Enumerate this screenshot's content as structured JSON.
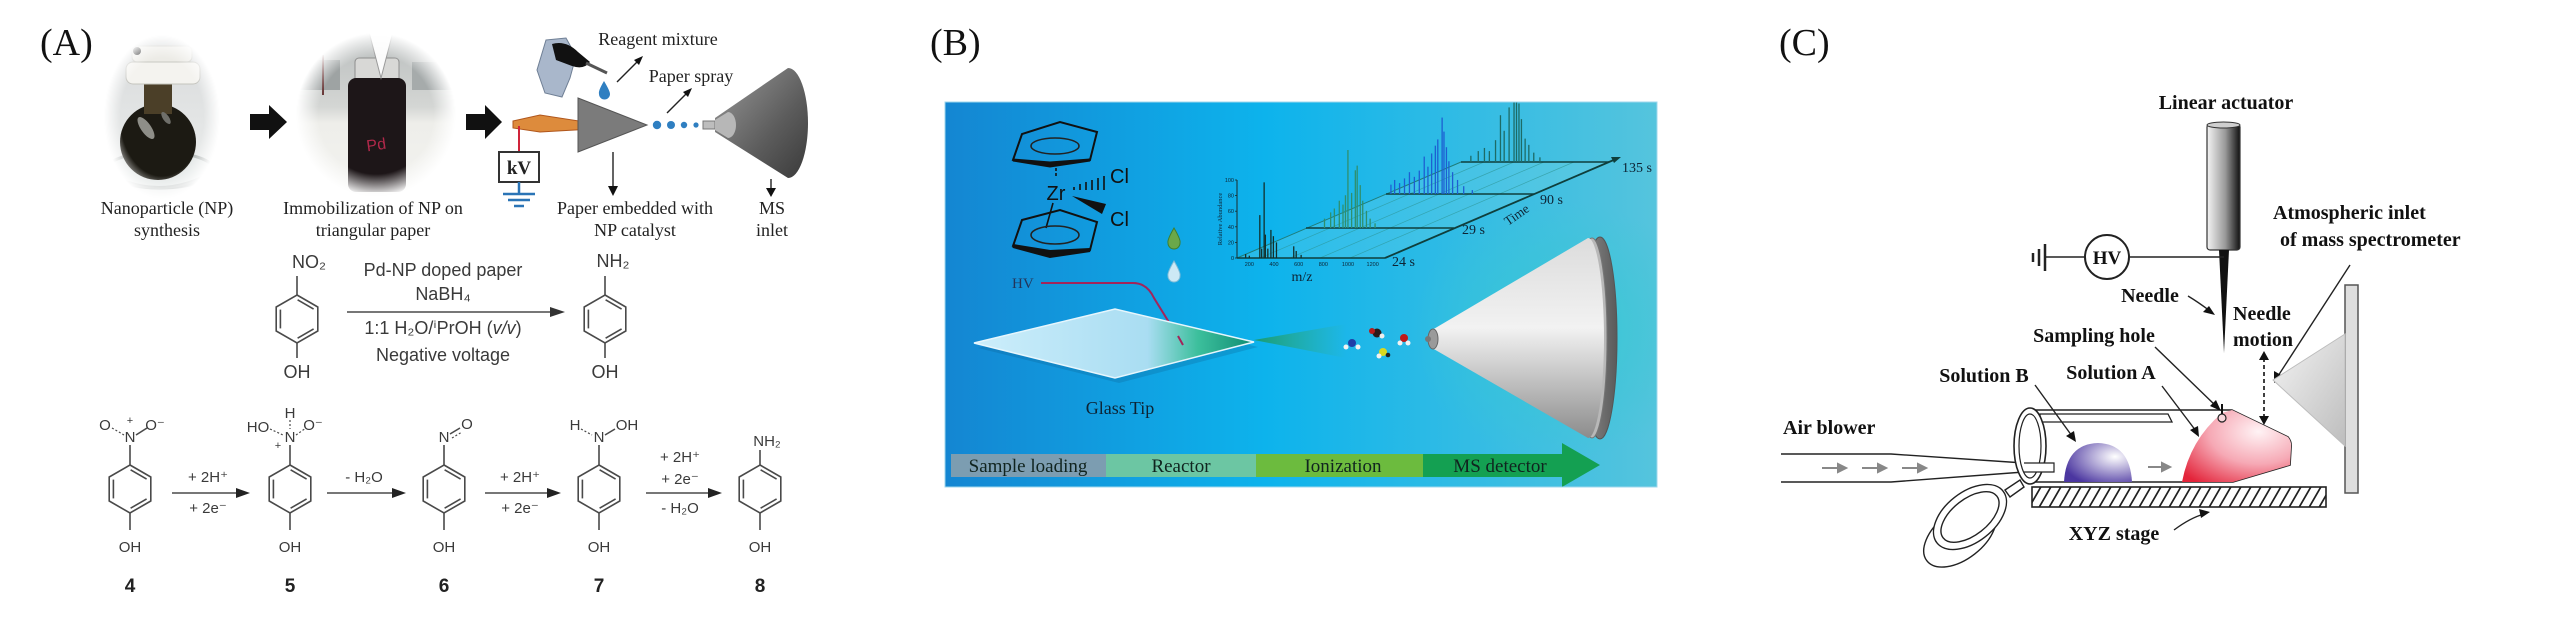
{
  "panel_a": {
    "label": "(A)",
    "photos": [
      {
        "caption": [
          "Nanoparticle (NP)",
          "synthesis"
        ]
      },
      {
        "caption": [
          "Immobilization of NP on",
          "triangular paper"
        ],
        "bottle_label": "Pd"
      }
    ],
    "setup": {
      "reagent": "Reagent mixture",
      "spray": "Paper spray",
      "power": "kV",
      "paper": [
        "Paper embedded with",
        "NP catalyst"
      ],
      "inlet": [
        "MS",
        "inlet"
      ]
    },
    "reaction": {
      "reactant_group": "NO₂",
      "product_group": "NH₂",
      "para_group": "OH",
      "above": [
        "Pd-NP doped paper",
        "NaBH₄"
      ],
      "below_1": {
        "prefix": "1:1 H₂O/ⁱPrOH (",
        "italic": "v/v",
        "suffix": ")"
      },
      "below_2": "Negative voltage"
    },
    "mechanism": {
      "compounds": [
        {
          "number": "4",
          "left": "O",
          "center": "N",
          "right": "O⁻",
          "charge": "+",
          "para_group": "OH"
        },
        {
          "number": "5",
          "top": "H",
          "left": "HO",
          "center": "N",
          "right": "O⁻",
          "charge": "+",
          "para_group": "OH"
        },
        {
          "number": "6",
          "center": "N",
          "right": "O",
          "para_group": "OH"
        },
        {
          "number": "7",
          "left": "H",
          "center": "N",
          "right": "OH",
          "para_group": "OH"
        },
        {
          "number": "8",
          "center": "NH₂",
          "para_group": "OH"
        }
      ],
      "arrows": [
        {
          "above": [
            "+ 2H⁺"
          ],
          "below": [
            "+ 2e⁻"
          ]
        },
        {
          "above": [
            "- H₂O"
          ],
          "below": []
        },
        {
          "above": [
            "+ 2H⁺"
          ],
          "below": [
            "+ 2e⁻"
          ]
        },
        {
          "above": [
            "+ 2H⁺",
            "+ 2e⁻"
          ],
          "below": [
            "- H₂O"
          ]
        }
      ]
    }
  },
  "panel_b": {
    "label": "(B)",
    "complex": {
      "metal": "Zr",
      "ligands": [
        "Cl",
        "Cl"
      ]
    },
    "hv": "HV",
    "tip": "Glass Tip",
    "stages": [
      {
        "label": "Sample loading",
        "color": "#7c9db1"
      },
      {
        "label": "Reactor",
        "color": "#6cc6a3"
      },
      {
        "label": "Ionization",
        "color": "#6cbb3e"
      },
      {
        "label": "MS detector",
        "color": "#14a052"
      }
    ],
    "spectra": {
      "xlabel": "m/z",
      "ylabel": "Relative Abundance",
      "xlim": [
        100,
        1300
      ],
      "ylim": [
        0,
        100
      ],
      "xticks": [
        200,
        400,
        600,
        800,
        1000,
        1200
      ],
      "yticks": [
        0,
        20,
        40,
        60,
        80,
        100
      ],
      "time_axis_label": "Time",
      "series": [
        {
          "time": "24 s",
          "color": "#12302c",
          "peaks": [
            [
              170,
              5
            ],
            [
              200,
              3
            ],
            [
              285,
              55
            ],
            [
              300,
              12
            ],
            [
              320,
              97
            ],
            [
              330,
              30
            ],
            [
              350,
              12
            ],
            [
              375,
              36
            ],
            [
              395,
              28
            ],
            [
              420,
              20
            ],
            [
              560,
              15
            ],
            [
              580,
              9
            ],
            [
              620,
              4
            ]
          ]
        },
        {
          "time": "29 s",
          "color": "#2f8f6e",
          "peaks": [
            [
              250,
              12
            ],
            [
              300,
              20
            ],
            [
              330,
              25
            ],
            [
              370,
              35
            ],
            [
              400,
              30
            ],
            [
              420,
              42
            ],
            [
              440,
              100
            ],
            [
              470,
              45
            ],
            [
              500,
              74
            ],
            [
              515,
              80
            ],
            [
              540,
              55
            ],
            [
              560,
              35
            ],
            [
              590,
              22
            ],
            [
              620,
              12
            ],
            [
              660,
              6
            ]
          ]
        },
        {
          "time": "90 s",
          "color": "#1d5fd2",
          "peaks": [
            [
              140,
              12
            ],
            [
              170,
              18
            ],
            [
              210,
              14
            ],
            [
              250,
              20
            ],
            [
              290,
              28
            ],
            [
              330,
              22
            ],
            [
              370,
              30
            ],
            [
              410,
              48
            ],
            [
              440,
              35
            ],
            [
              470,
              52
            ],
            [
              500,
              62
            ],
            [
              520,
              70
            ],
            [
              555,
              98
            ],
            [
              570,
              80
            ],
            [
              590,
              60
            ],
            [
              610,
              42
            ],
            [
              640,
              28
            ],
            [
              680,
              18
            ],
            [
              730,
              10
            ],
            [
              800,
              5
            ]
          ]
        },
        {
          "time": "135 s",
          "color": "#1d6b66",
          "peaks": [
            [
              180,
              8
            ],
            [
              240,
              14
            ],
            [
              290,
              18
            ],
            [
              330,
              14
            ],
            [
              380,
              28
            ],
            [
              420,
              60
            ],
            [
              450,
              40
            ],
            [
              490,
              70
            ],
            [
              530,
              100
            ],
            [
              550,
              90
            ],
            [
              570,
              75
            ],
            [
              590,
              55
            ],
            [
              620,
              30
            ],
            [
              650,
              22
            ],
            [
              690,
              12
            ],
            [
              740,
              6
            ]
          ]
        }
      ]
    }
  },
  "panel_c": {
    "label": "(C)",
    "actuator": "Linear actuator",
    "hv": "HV",
    "needle": "Needle",
    "needle_motion": [
      "Needle",
      "motion"
    ],
    "inlet": [
      "Atmospheric inlet",
      "of mass spectrometer"
    ],
    "sampling_hole": "Sampling hole",
    "solution_b": "Solution B",
    "solution_a": "Solution A",
    "air_blower": "Air blower",
    "stage": "XYZ stage"
  }
}
